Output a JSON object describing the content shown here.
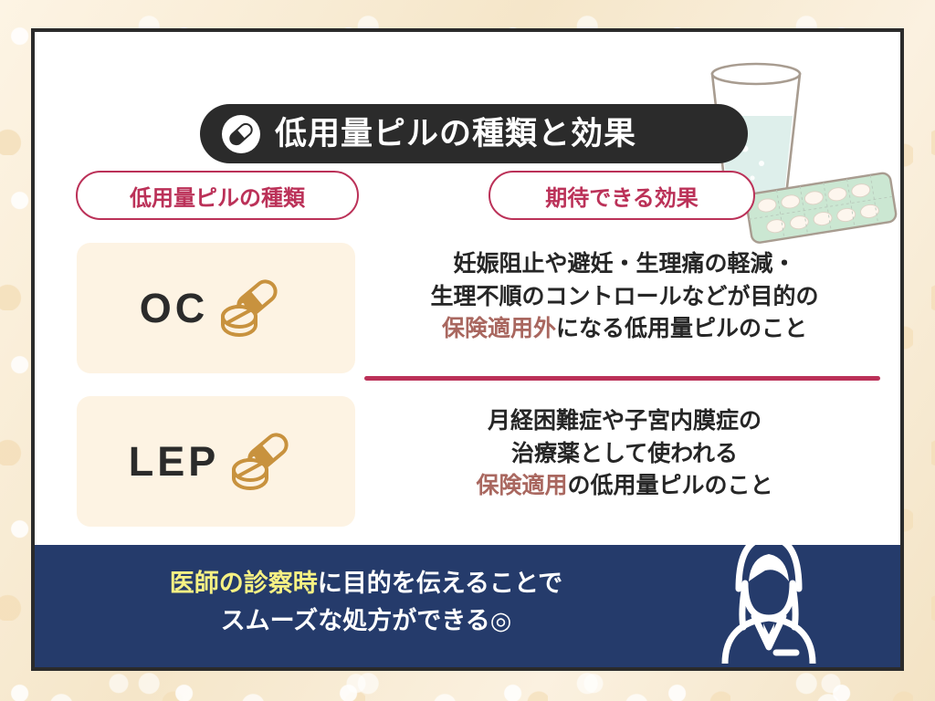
{
  "background": {
    "paper_color": "#f8efdd",
    "card_background": "#ffffff",
    "card_border_color": "#2b2b2b"
  },
  "header": {
    "title": "低用量ピルの種類と効果",
    "icon": "capsule-pill-icon",
    "bar_color": "#2b2b2b",
    "text_color": "#ffffff"
  },
  "illustration": {
    "name": "water-glass-and-pill-sheet-illustration",
    "glass_label": "glass-of-water",
    "sheet_label": "pill-blister-pack",
    "water_color": "#dff0ec",
    "sheet_color": "#cbe7d2"
  },
  "badges": {
    "types_label": "低用量ピルの種類",
    "effects_label": "期待できる効果",
    "border_color": "#bb3158",
    "text_color": "#bb3158"
  },
  "rows": [
    {
      "abbr": "OC",
      "card_color": "#fdf3e3",
      "icon": "pill-capsule-tablet-icon",
      "icon_color": "#c8923e",
      "description_lines": [
        {
          "segments": [
            {
              "text": "妊娠阻止や避妊・生理痛の軽減・",
              "highlight": false
            }
          ]
        },
        {
          "segments": [
            {
              "text": "生理不順のコントロールなどが目的の",
              "highlight": false
            }
          ]
        },
        {
          "segments": [
            {
              "text": "保険適用外",
              "highlight": true
            },
            {
              "text": "になる低用量ピルのこと",
              "highlight": false
            }
          ]
        }
      ]
    },
    {
      "abbr": "LEP",
      "card_color": "#fdf3e3",
      "icon": "pill-capsule-tablet-icon",
      "icon_color": "#c8923e",
      "description_lines": [
        {
          "segments": [
            {
              "text": "月経困難症や子宮内膜症の",
              "highlight": false
            }
          ]
        },
        {
          "segments": [
            {
              "text": "治療薬として使われる",
              "highlight": false
            }
          ]
        },
        {
          "segments": [
            {
              "text": "保険適用",
              "highlight": true
            },
            {
              "text": "の低用量ピルのこと",
              "highlight": false
            }
          ]
        }
      ]
    }
  ],
  "divider_color": "#bb3158",
  "highlight_color": "#a9675f",
  "footer": {
    "background_color": "#253b6b",
    "highlight_color": "#f6f183",
    "text_color": "#ffffff",
    "line1_highlight": "医師の診察時",
    "line1_rest": "に目的を伝えることで",
    "line2": "スムーズな処方ができる◎",
    "icon": "doctor-person-icon"
  }
}
